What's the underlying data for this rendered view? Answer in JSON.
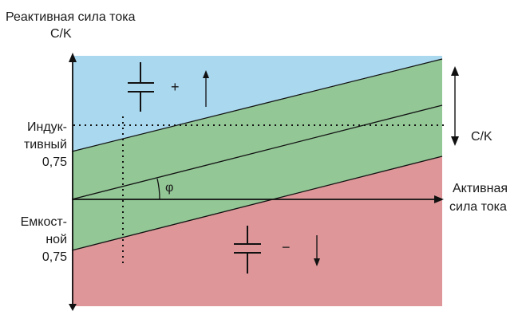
{
  "axes": {
    "y_label": [
      "Реактивная сила тока",
      "C/K"
    ],
    "x_label": [
      "Активная",
      "сила тока"
    ]
  },
  "labels": {
    "inductive": [
      "Индук-",
      "тивный",
      "0,75"
    ],
    "capacitive": [
      "Емкост-",
      "ной",
      "0,75"
    ],
    "band_arrow": "C/K",
    "phi": "φ",
    "plus": "+",
    "minus": "−"
  },
  "colors": {
    "upper_region": "#a9d8ef",
    "band": "#93c796",
    "lower_region": "#de9698",
    "lines": "#111111"
  }
}
